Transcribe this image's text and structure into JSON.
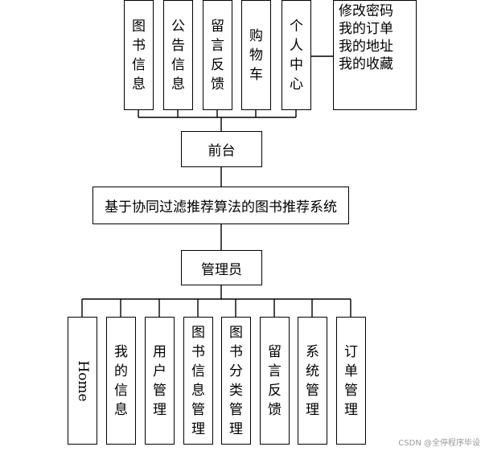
{
  "frontend": {
    "modules": [
      "图书信息",
      "公告信息",
      "留言反馈",
      "购物车",
      "个人中心"
    ],
    "personal_center_items": [
      "修改密码",
      "我的订单",
      "我的地址",
      "我的收藏"
    ]
  },
  "nodes": {
    "frontend_label": "前台",
    "system_label": "基于协同过滤推荐算法的图书推荐系统",
    "admin_label": "管理员"
  },
  "admin": {
    "modules": [
      "Home",
      "我的信息",
      "用户管理",
      "图书信息管理",
      "图书分类管理",
      "留言反馈",
      "系统管理",
      "订单管理"
    ]
  },
  "watermark": "CSDN @全停程序毕设"
}
